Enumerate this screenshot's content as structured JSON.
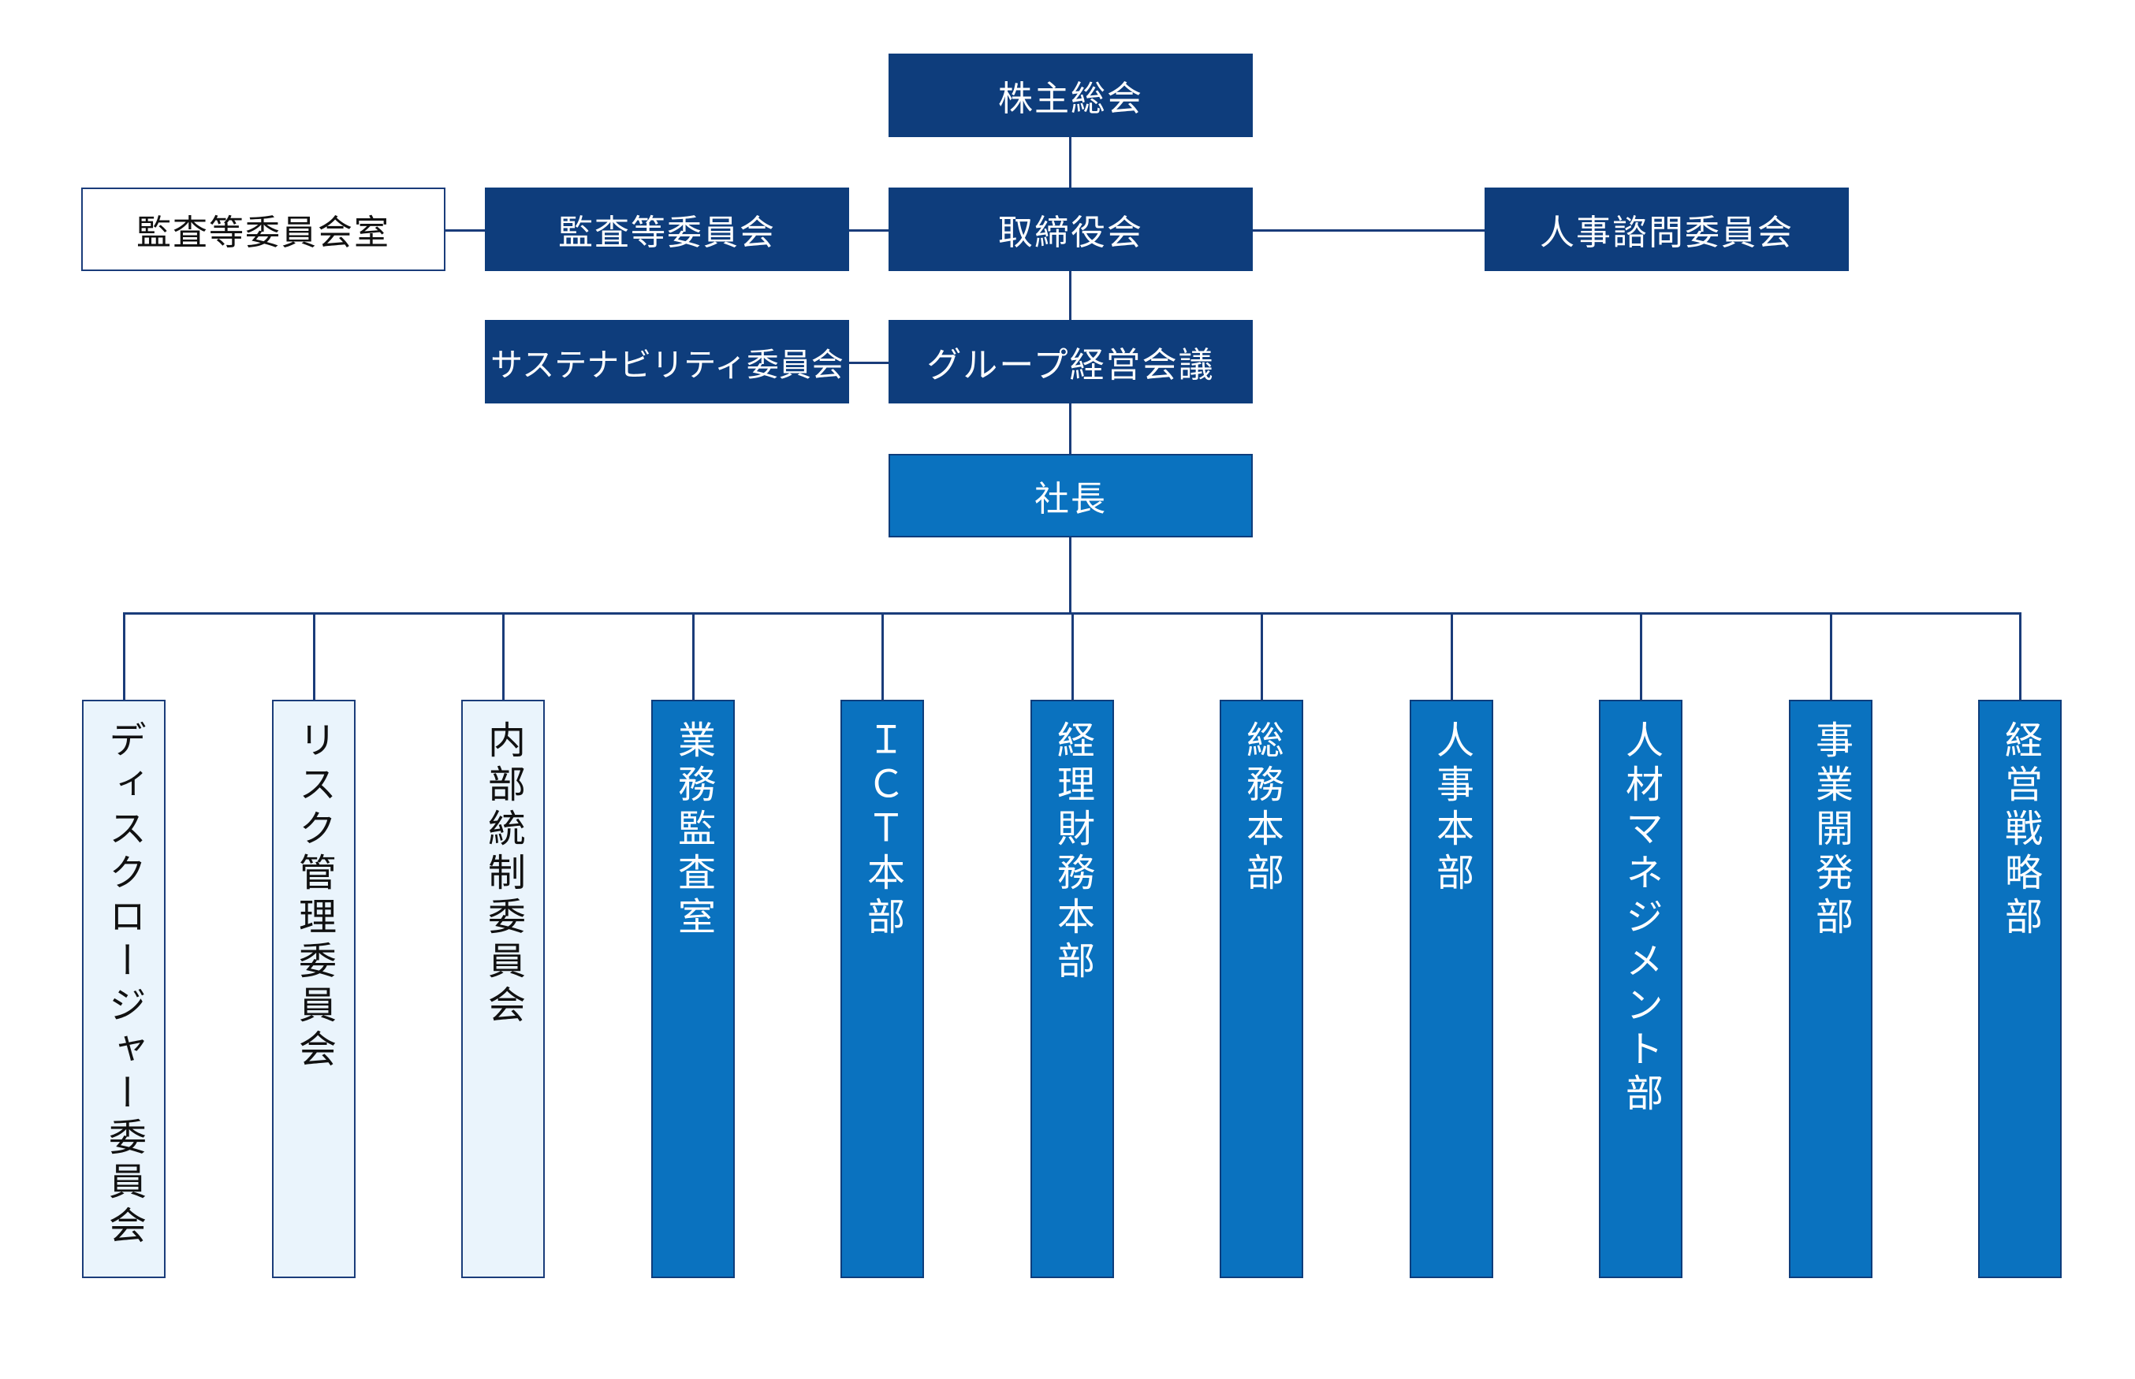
{
  "governance": {
    "shareholders": "株主総会",
    "board": "取締役会",
    "audit_committee": "監査等委員会",
    "audit_committee_office": "監査等委員会室",
    "hr_advisory": "人事諮問委員会",
    "sustainability": "サステナビリティ委員会",
    "group_management": "グループ経営会議",
    "president": "社長"
  },
  "departments": [
    {
      "label": "ディスクロージャー委員会",
      "style": "light"
    },
    {
      "label": "リスク管理委員会",
      "style": "light"
    },
    {
      "label": "内部統制委員会",
      "style": "light"
    },
    {
      "label": "業務監査室",
      "style": "dark"
    },
    {
      "label": "ＩＣＴ本部",
      "style": "dark"
    },
    {
      "label": "経理財務本部",
      "style": "dark"
    },
    {
      "label": "総務本部",
      "style": "dark"
    },
    {
      "label": "人事本部",
      "style": "dark"
    },
    {
      "label": "人材マネジメント部",
      "style": "dark"
    },
    {
      "label": "事業開発部",
      "style": "dark"
    },
    {
      "label": "経営戦略部",
      "style": "dark"
    }
  ],
  "colors": {
    "navy": "#0e3d7c",
    "blue": "#0a72bf",
    "light": "#eaf4fc",
    "line": "#1a3c7a"
  }
}
